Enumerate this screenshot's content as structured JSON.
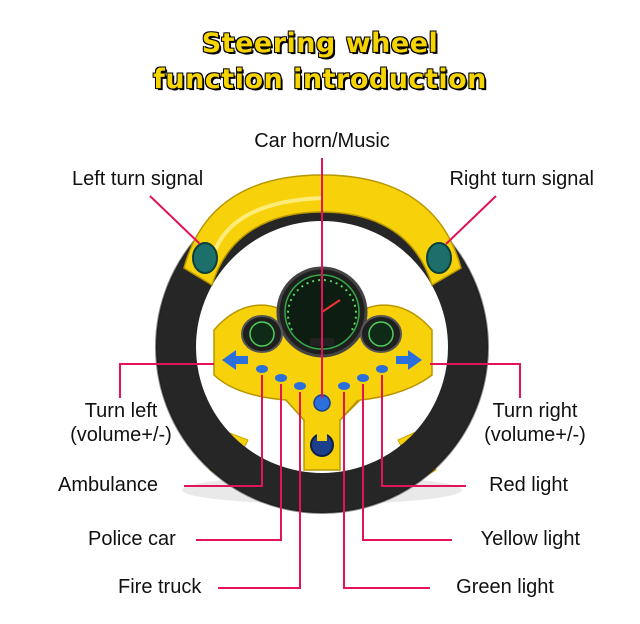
{
  "title": {
    "line1": "Steering wheel",
    "line2": "function introduction"
  },
  "labels": {
    "horn": "Car horn/Music",
    "left_signal": "Left turn signal",
    "right_signal": "Right turn signal",
    "turn_left_1": "Turn left",
    "turn_left_2": "(volume+/-)",
    "turn_right_1": "Turn right",
    "turn_right_2": "(volume+/-)",
    "ambulance": "Ambulance",
    "red_light": "Red light",
    "police_car": "Police car",
    "yellow_light": "Yellow light",
    "fire_truck": "Fire truck",
    "green_light": "Green light"
  },
  "colors": {
    "leader": "#e2135a",
    "wheel_yellow": "#f7d20a",
    "wheel_black": "#262626",
    "button_blue": "#2a6fdc",
    "title_yellow": "#f6d400"
  }
}
